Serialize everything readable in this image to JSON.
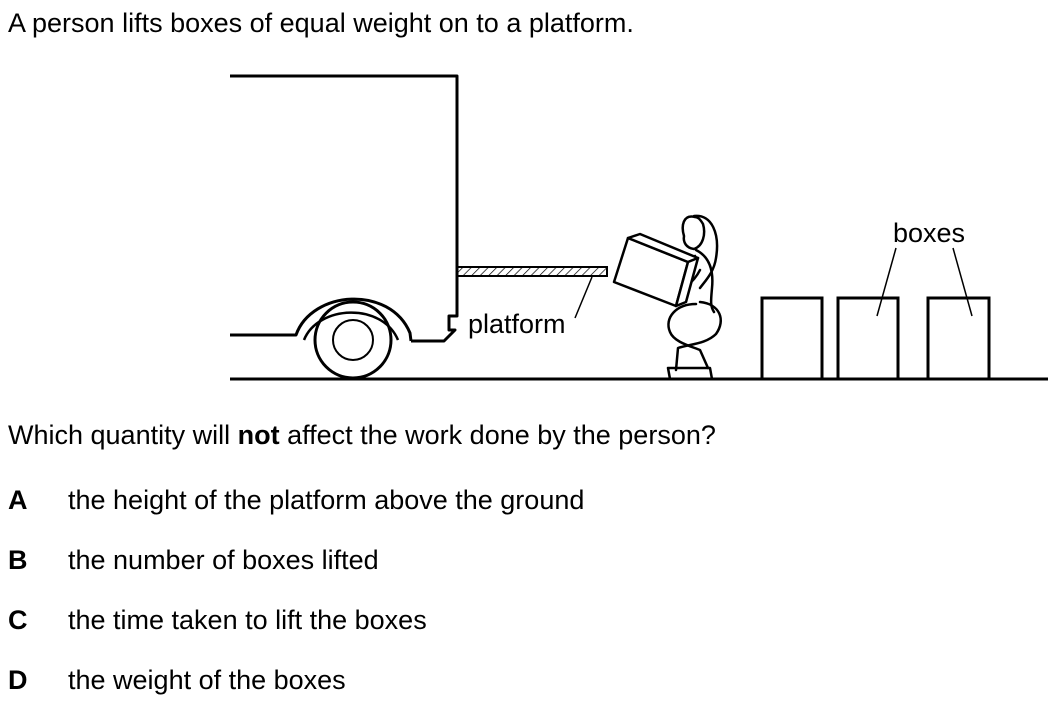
{
  "intro": "A person lifts boxes of equal weight on to a platform.",
  "figure": {
    "platform_label": "platform",
    "boxes_label": "boxes"
  },
  "question": {
    "before": "Which quantity will ",
    "emphasis": "not",
    "after": " affect the work done by the person?"
  },
  "options": [
    {
      "letter": "A",
      "text": "the height of the platform above the ground"
    },
    {
      "letter": "B",
      "text": "the number of boxes lifted"
    },
    {
      "letter": "C",
      "text": "the time taken to lift the boxes"
    },
    {
      "letter": "D",
      "text": "the weight of the boxes"
    }
  ]
}
